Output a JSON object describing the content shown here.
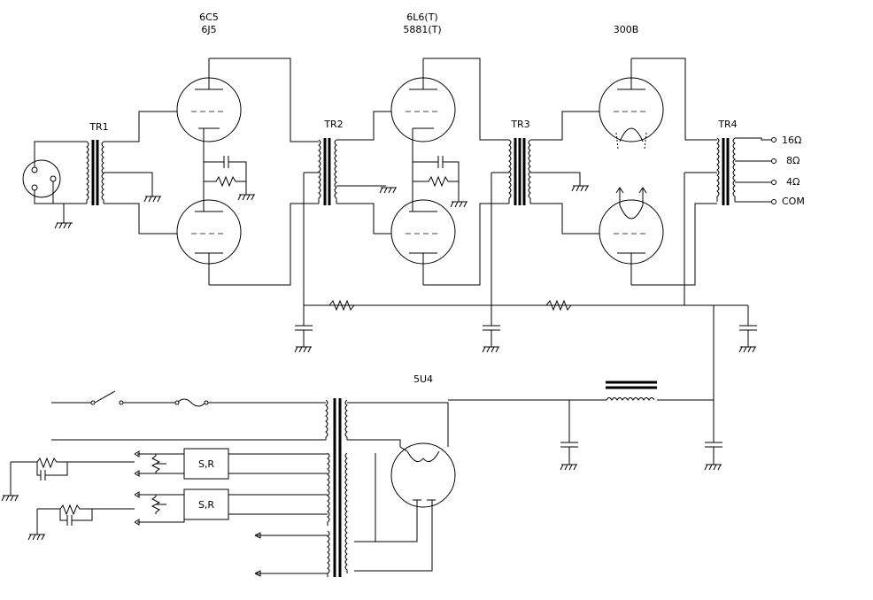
{
  "tube_labels": {
    "stage1_line1": "6C5",
    "stage1_line2": "6J5",
    "stage2_line1": "6L6(T)",
    "stage2_line2": "5881(T)",
    "stage3": "300B",
    "rectifier": "5U4"
  },
  "transformers": {
    "tr1": "TR1",
    "tr2": "TR2",
    "tr3": "TR3",
    "tr4": "TR4"
  },
  "outputs": [
    "16Ω",
    "8Ω",
    "4Ω",
    "COM"
  ],
  "regulators": {
    "sr1": "S,R",
    "sr2": "S,R"
  }
}
